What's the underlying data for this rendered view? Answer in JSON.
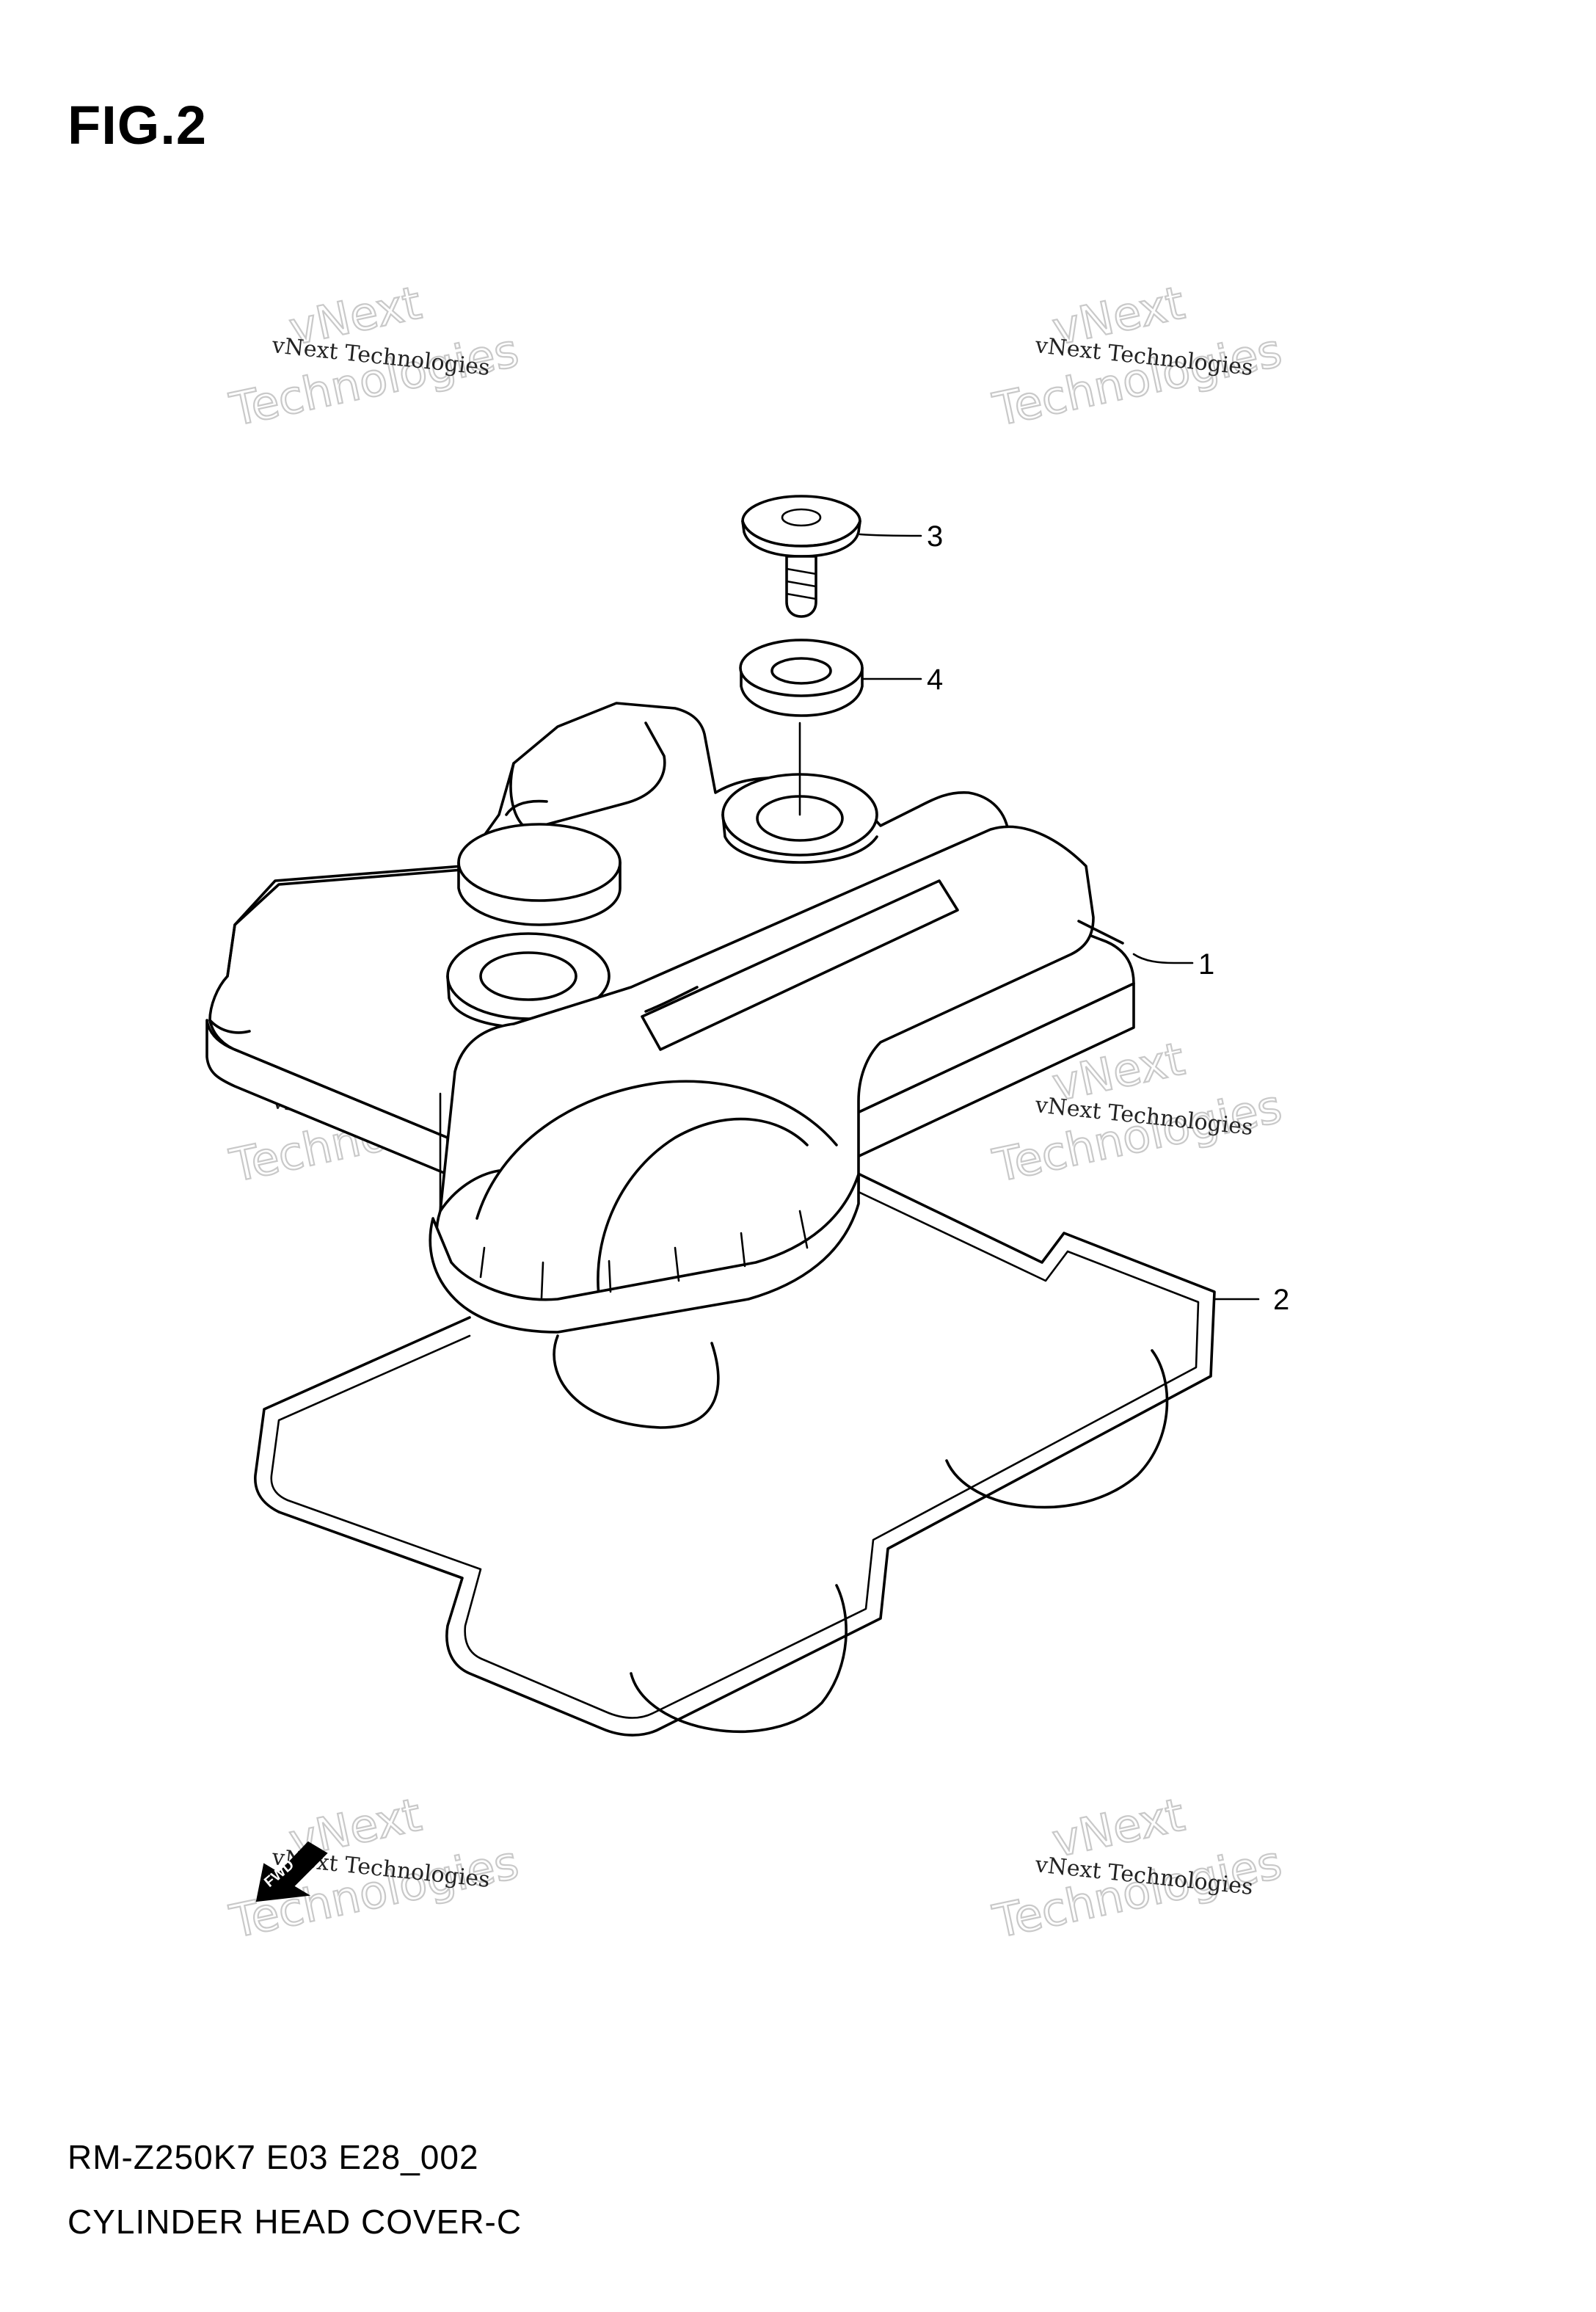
{
  "figure": {
    "title": "FIG.2"
  },
  "footer": {
    "model_code": "RM-Z250K7 E03 E28_002",
    "diagram_name": "CYLINDER HEAD COVER-C"
  },
  "watermark": {
    "line_small": "vNext Technologies",
    "line_big_1": "vNext",
    "line_big_2": "Technologies"
  },
  "callouts": [
    "1",
    "2",
    "3",
    "4"
  ],
  "fwd_arrow": {
    "label": "FWD"
  }
}
